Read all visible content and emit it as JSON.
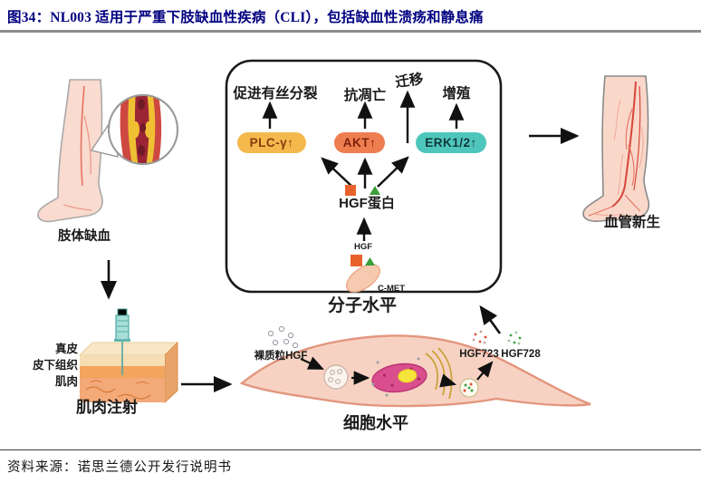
{
  "title": "图34：NL003 适用于严重下肢缺血性疾病（CLI），包括缺血性溃疡和静息痛",
  "source": "资料来源：诺思兰德公开发行说明书",
  "diagram": {
    "limb_ischemia_label": "肢体缺血",
    "skin_layers": [
      "真皮",
      "皮下组织",
      "肌肉"
    ],
    "injection_label": "肌肉注射",
    "cell_level_label": "细胞水平",
    "plasmid_label": "裸质粒HGF",
    "secreted_products": [
      "HGF723",
      "HGF728"
    ],
    "molecular_level_label": "分子水平",
    "angiogenesis_label": "血管新生",
    "outcomes": [
      "促进有丝分裂",
      "抗凋亡",
      "迁移",
      "增殖"
    ],
    "pathway_pills": [
      {
        "label": "PLC-γ↑",
        "color": "#f3b94d"
      },
      {
        "label": "AKT↑",
        "color": "#ee7d50"
      },
      {
        "label": "ERK1/2↑",
        "color": "#4fc6bc"
      }
    ],
    "hgf_protein_label": "HGF蛋白",
    "hgf_ligand_label": "HGF",
    "receptor_label": "C-MET"
  },
  "colors": {
    "title_navy": "#000080",
    "divider_gray": "#8c8c8c",
    "hgf_square_orange": "#e8622b",
    "hgf_triangle_green": "#3a9e3a",
    "cell_fill": "#f7d2c3",
    "nucleus_pink": "#d94f8e",
    "nucleolus_yellow": "#f5e53a"
  }
}
